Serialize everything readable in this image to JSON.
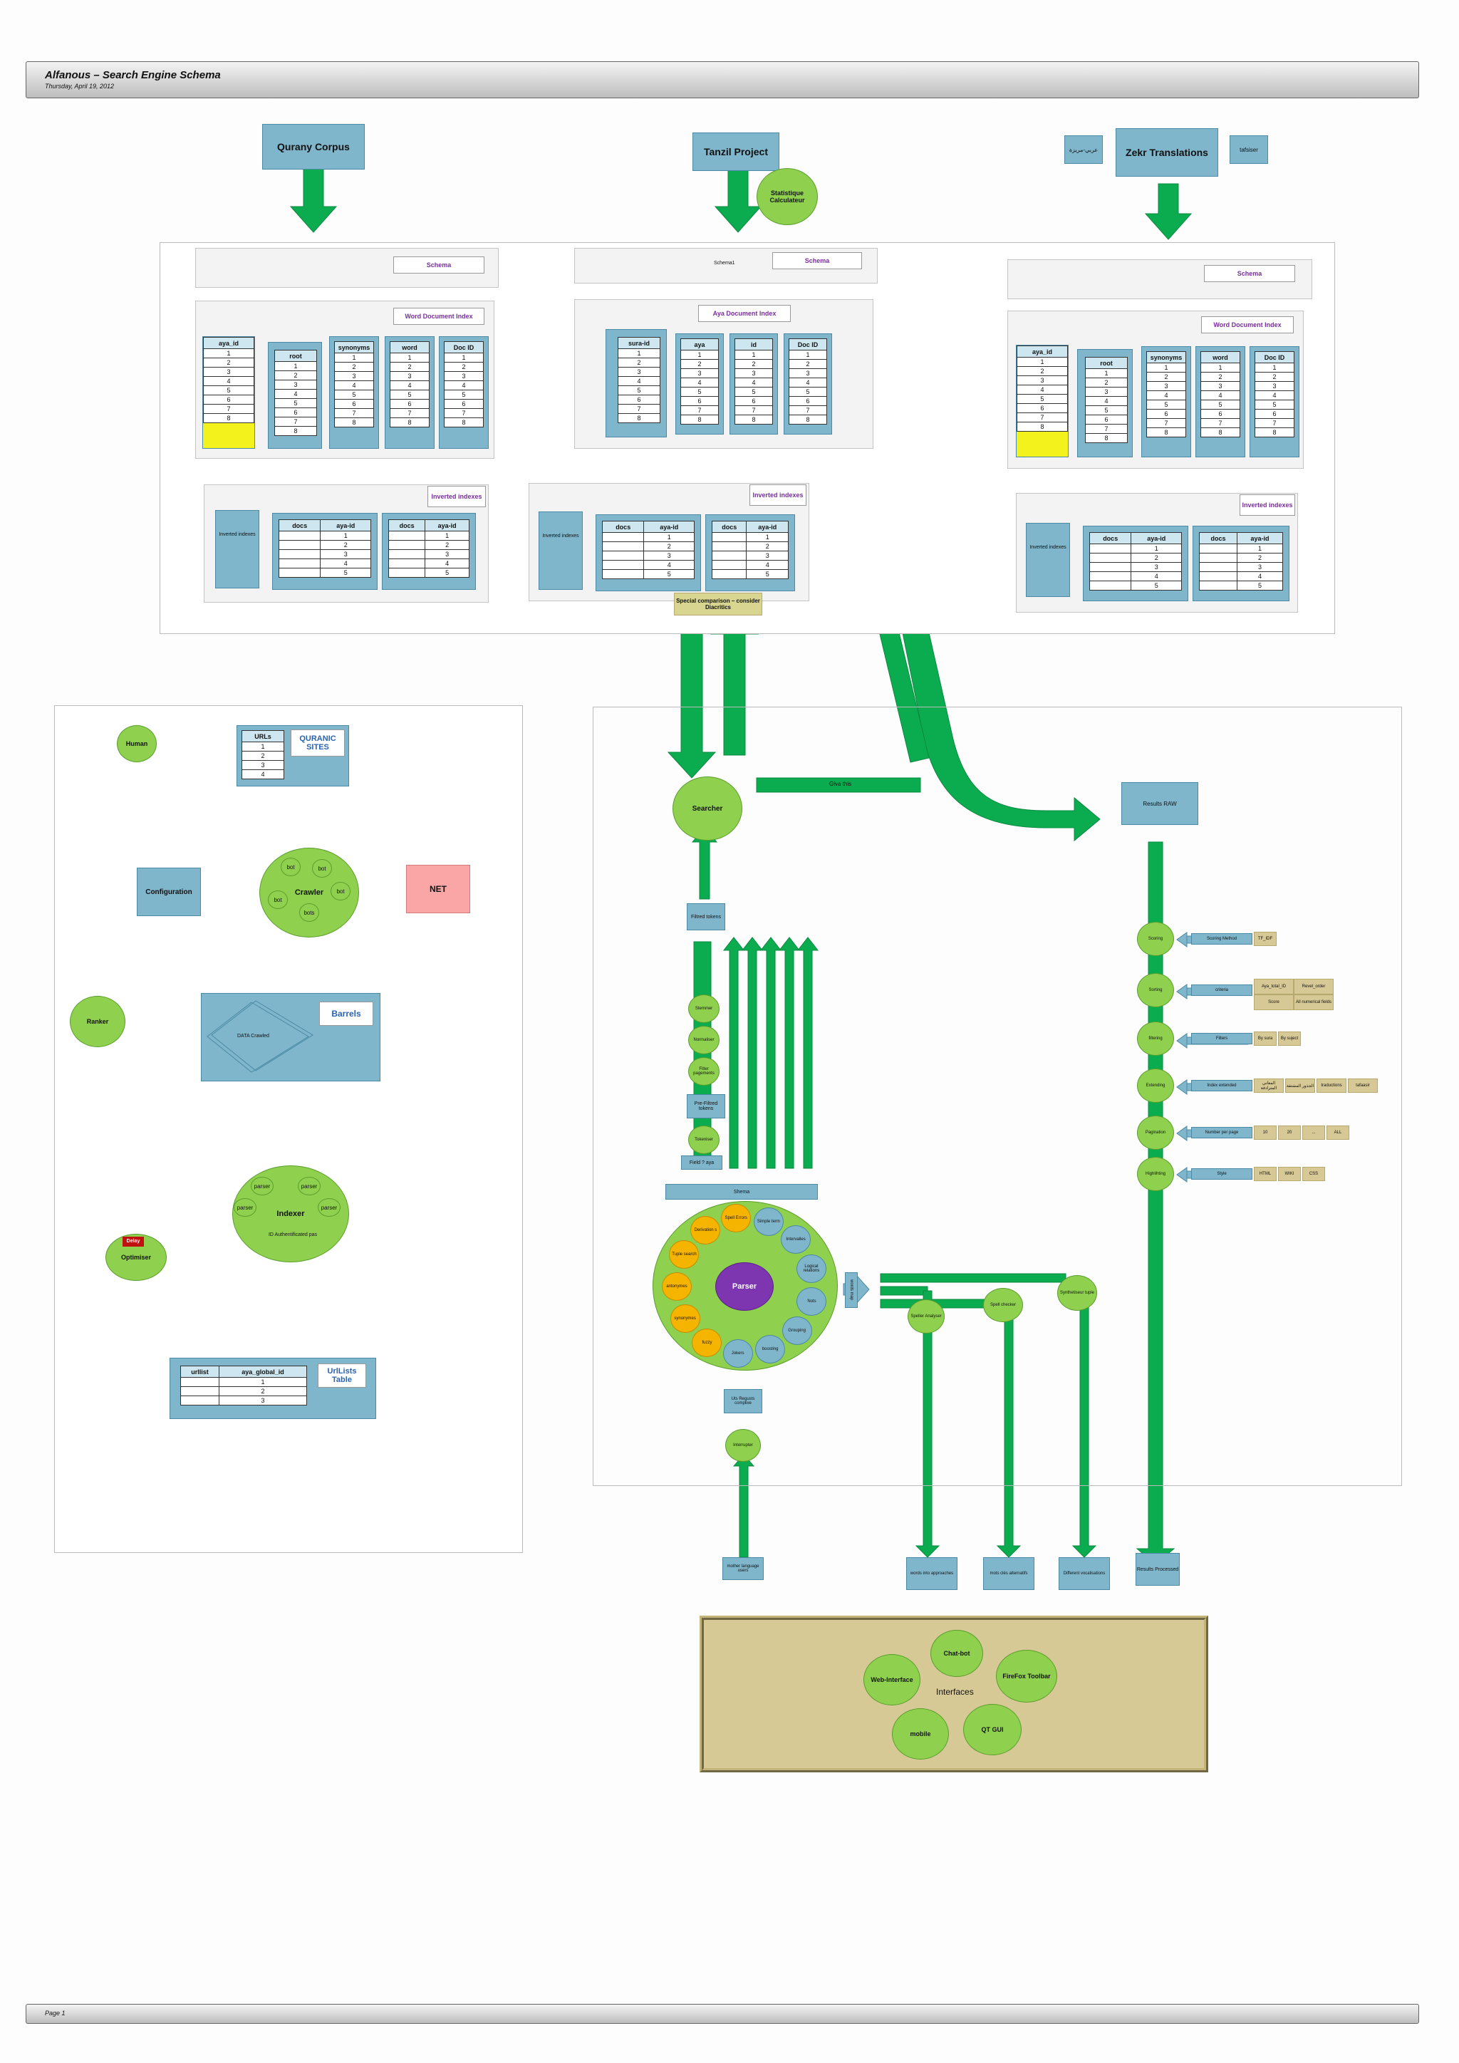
{
  "header": {
    "title": "Alfanous – Search Engine Schema",
    "date": "Thursday, April 19, 2012"
  },
  "footer": {
    "page": "Page 1"
  },
  "sources": {
    "qurany": "Qurany Corpus",
    "tanzil": "Tanzil Project",
    "zekr": "Zekr Translations",
    "statistique": "Statistique Calculateur",
    "zekr_left": "عربي-مريزة",
    "zekr_right": "tafsiser"
  },
  "schema": {
    "label": "Schema",
    "mid_prefix": "Schema1"
  },
  "indexes": {
    "word": "Word Document Index",
    "aya": "Aya Document Index",
    "inverted": "Inverted indexes",
    "inverted_small": "Inverted indexes"
  },
  "tables": {
    "aya_id": {
      "head": "aya_id",
      "rows": [
        "1",
        "2",
        "3",
        "4",
        "5",
        "6",
        "7",
        "8"
      ]
    },
    "root": {
      "head": "root",
      "rows": [
        "1",
        "2",
        "3",
        "4",
        "5",
        "6",
        "7",
        "8"
      ]
    },
    "synonyms": {
      "head": "synonyms",
      "rows": [
        "1",
        "2",
        "3",
        "4",
        "5",
        "6",
        "7",
        "8"
      ]
    },
    "word": {
      "head": "word",
      "rows": [
        "1",
        "2",
        "3",
        "4",
        "5",
        "6",
        "7",
        "8"
      ]
    },
    "docid": {
      "head": "Doc ID",
      "rows": [
        "1",
        "2",
        "3",
        "4",
        "5",
        "6",
        "7",
        "8"
      ]
    },
    "sura": {
      "head": "sura-id",
      "rows": [
        "1",
        "2",
        "3",
        "4",
        "5",
        "6",
        "7",
        "8"
      ]
    },
    "aya": {
      "head": "aya",
      "rows": [
        "1",
        "2",
        "3",
        "4",
        "5",
        "6",
        "7",
        "8"
      ]
    },
    "id": {
      "head": "id",
      "rows": [
        "1",
        "2",
        "3",
        "4",
        "5",
        "6",
        "7",
        "8"
      ]
    },
    "docs": {
      "head1": "docs",
      "head2": "aya-id",
      "rows": [
        "1",
        "2",
        "3",
        "4",
        "5"
      ]
    },
    "urls": {
      "head": "URLs",
      "rows": [
        "1",
        "2",
        "3",
        "4"
      ]
    },
    "urllist": {
      "head1": "urllist",
      "head2": "aya_global_id",
      "rows": [
        "1",
        "2",
        "3"
      ]
    }
  },
  "special": "Special comparison – consider Diacritics",
  "left": {
    "human": "Human",
    "quranic": "QURANIC SITES",
    "config": "Configuration",
    "crawler": "Crawler",
    "net": "NET",
    "ranker": "Ranker",
    "barrels": "Barrels",
    "data": "DATA Crawled",
    "indexer": "Indexer",
    "optimiser": "Optimiser",
    "delay": "Delay",
    "urllists": "UrlLists Table",
    "crawler_sub": [
      "bot",
      "bot",
      "bot",
      "bot",
      "bots"
    ],
    "parser": "parser",
    "auth": "ID Authentificated pas"
  },
  "right": {
    "searcher": "Searcher",
    "results_raw": "Results RAW",
    "results_processed": "Results Processed",
    "filtred": "Filtred tokens",
    "pre_filtred": "Pre-Filtred tokens",
    "field_aya": "Field ? aya",
    "shema": "Shema",
    "parser": "Parser",
    "uts": "Uts Regusts complixe",
    "interrupter": "Interrupter",
    "mother": "mother language users",
    "pipeline": [
      "Stemmer",
      "Normaliser",
      "Filter pagements",
      "Tokeniser"
    ],
    "parser_ring": [
      "Simple term",
      "Intervalles",
      "Logical relations",
      "Nots",
      "Grouping",
      "boosting",
      "Jokers",
      "fuzzy",
      "synonymes",
      "antonymes",
      "Tuple search",
      "Derivation s",
      "Spell Errors"
    ],
    "post": [
      "Scoring",
      "Sorting",
      "filtering",
      "Extending",
      "Pagination",
      "Highlihting"
    ],
    "post_labels": [
      "Scoring Method",
      "criteria",
      "Filters",
      "Index extended",
      "Number per page",
      "Style"
    ],
    "scoring_opts": [
      "TF_IDF"
    ],
    "sorting_opts": [
      "Aya_total_ID",
      "Revel_order",
      "Score",
      "All numerical fields"
    ],
    "filter_opts": [
      "By sura",
      "By suject"
    ],
    "extend_opts": [
      "المعاني المترادفة",
      "الجذور المشتقة",
      "traductions",
      "tafaasir"
    ],
    "page_opts": [
      "10",
      "20",
      "...",
      "ALL"
    ],
    "style_opts": [
      "HTML",
      "WIKI",
      "CSS"
    ],
    "analysers": [
      "Speller Analyser",
      "Spell checker",
      "Synthetiseur tuple"
    ],
    "outputs": [
      "words into approaches",
      "mots clés alternatifs",
      "Different vocalisations"
    ],
    "guess": "Giva this",
    "word_map": "words map"
  },
  "interfaces": {
    "title": "Interfaces",
    "items": [
      "Chat-bot",
      "Web-Interface",
      "FireFox Toolbar",
      "mobile",
      "QT GUI"
    ]
  }
}
